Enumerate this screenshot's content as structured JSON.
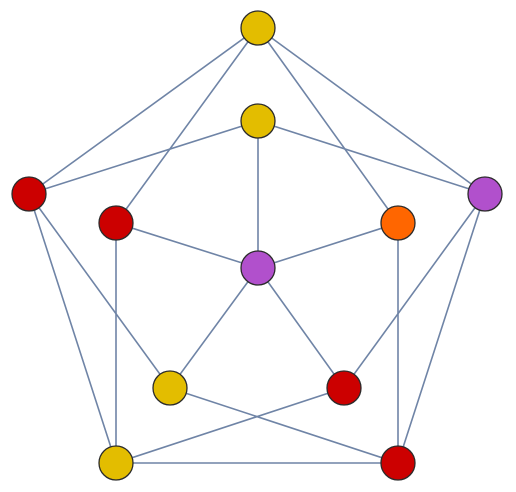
{
  "graph": {
    "edge_color": "#6f84a6",
    "vertex_colors": {
      "yellow": "#e3bd00",
      "red": "#cc0000",
      "purple": "#b150cc",
      "orange": "#ff6600"
    },
    "vertices": [
      {
        "id": "outer-top",
        "color": "yellow"
      },
      {
        "id": "outer-left",
        "color": "red"
      },
      {
        "id": "outer-right",
        "color": "purple"
      },
      {
        "id": "outer-bottom-left",
        "color": "yellow"
      },
      {
        "id": "outer-bottom-right",
        "color": "red"
      },
      {
        "id": "inner-top",
        "color": "yellow"
      },
      {
        "id": "inner-left",
        "color": "red"
      },
      {
        "id": "inner-right",
        "color": "orange"
      },
      {
        "id": "inner-bottom-left",
        "color": "yellow"
      },
      {
        "id": "inner-bottom-right",
        "color": "red"
      },
      {
        "id": "center",
        "color": "purple"
      }
    ],
    "edges": [
      [
        "outer-top",
        "outer-left"
      ],
      [
        "outer-top",
        "outer-right"
      ],
      [
        "outer-top",
        "inner-left"
      ],
      [
        "outer-top",
        "inner-right"
      ],
      [
        "inner-top",
        "outer-left"
      ],
      [
        "inner-top",
        "outer-right"
      ],
      [
        "inner-top",
        "center"
      ],
      [
        "outer-left",
        "outer-bottom-left"
      ],
      [
        "outer-left",
        "inner-bottom-left"
      ],
      [
        "outer-right",
        "outer-bottom-right"
      ],
      [
        "outer-right",
        "inner-bottom-right"
      ],
      [
        "inner-left",
        "center"
      ],
      [
        "inner-left",
        "outer-bottom-left"
      ],
      [
        "inner-right",
        "center"
      ],
      [
        "inner-right",
        "outer-bottom-right"
      ],
      [
        "center",
        "inner-bottom-left"
      ],
      [
        "center",
        "inner-bottom-right"
      ],
      [
        "inner-bottom-left",
        "outer-bottom-right"
      ],
      [
        "inner-bottom-right",
        "outer-bottom-left"
      ],
      [
        "outer-bottom-left",
        "outer-bottom-right"
      ]
    ]
  }
}
